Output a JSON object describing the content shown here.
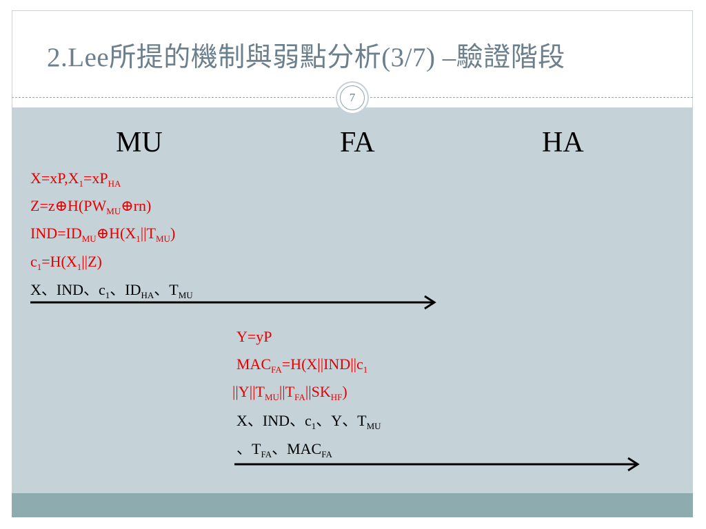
{
  "slide": {
    "title": "2.Lee所提的機制與弱點分析(3/7) –驗證階段",
    "page_number": "7"
  },
  "parties": {
    "mu": "MU",
    "fa": "FA",
    "ha": "HA"
  },
  "mu_block": {
    "l1a": "X=xP,X",
    "l1b": "1",
    "l1c": "=xP",
    "l1d": "HA",
    "l2a": "Z=z⊕H(PW",
    "l2b": "MU",
    "l2c": "⊕rn)",
    "l3a": "IND=ID",
    "l3b": "MU",
    "l3c": "⊕H(X",
    "l3d": "1",
    "l3e": "||T",
    "l3f": "MU",
    "l3g": ")",
    "l4a": "c",
    "l4b": "1",
    "l4c": "=H(X",
    "l4d": "1",
    "l4e": "||Z)",
    "m1a": "X、IND、c",
    "m1b": "1",
    "m1c": "、ID",
    "m1d": "HA",
    "m1e": "、T",
    "m1f": "MU"
  },
  "fa_block": {
    "l1": "Y=yP",
    "l2a": "MAC",
    "l2b": "FA",
    "l2c": "=H(X||IND||c",
    "l2d": "1",
    "l3a": "||Y||T",
    "l3b": "MU",
    "l3c": "||T",
    "l3d": "FA",
    "l3e": "||SK",
    "l3f": "HF",
    "l3g": ")",
    "m1a": "X、IND、c",
    "m1b": "1",
    "m1c": "、Y、T",
    "m1d": "MU",
    "m2a": "、T",
    "m2b": "FA",
    "m2c": "、MAC",
    "m2d": "FA"
  },
  "colors": {
    "title": "#6b7f8c",
    "content_bg": "#c5d2d8",
    "footer_bg": "#8eabb0",
    "formula_red": "#e60000",
    "message_black": "#000000"
  }
}
